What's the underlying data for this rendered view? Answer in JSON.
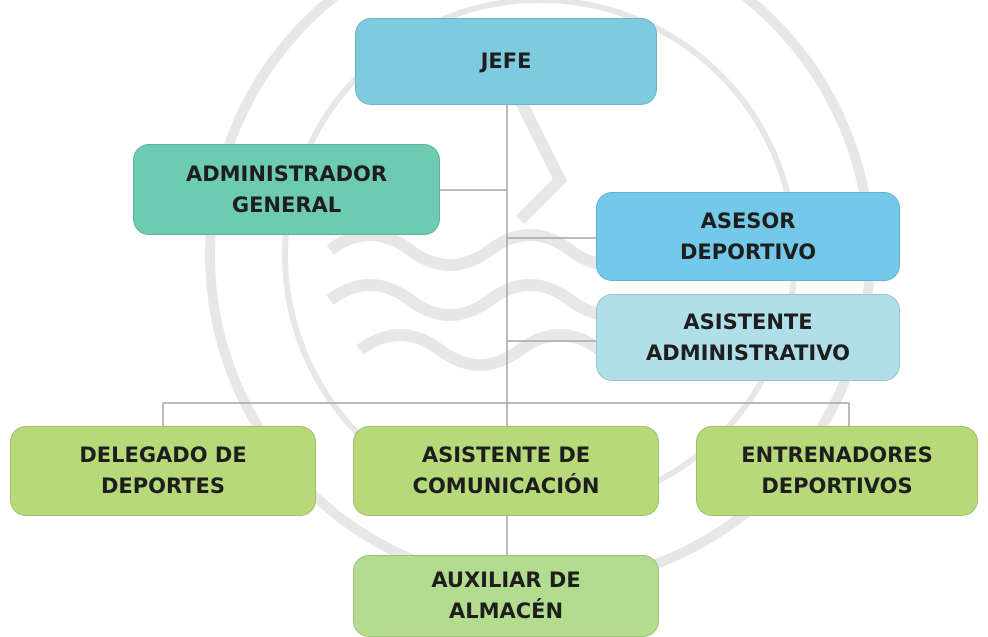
{
  "colors": {
    "jefe": "#7ecbdf",
    "admin": "#6ccbb0",
    "asesor": "#74c9ea",
    "asistente_admin": "#b0dfe9",
    "operativo": "#b7d97a",
    "almacen": "#b4dc8e",
    "line": "#a6a6a6",
    "text": "#1e1e1e",
    "watermark": "#e7e7e7"
  },
  "nodes": {
    "jefe": {
      "line1": "JEFE"
    },
    "admin": {
      "line1": "ADMINISTRADOR",
      "line2": "GENERAL"
    },
    "asesor": {
      "line1": "ASESOR",
      "line2": "DEPORTIVO"
    },
    "asistente_admin": {
      "line1": "ASISTENTE",
      "line2": "ADMINISTRATIVO"
    },
    "delegado": {
      "line1": "DELEGADO DE",
      "line2": "DEPORTES"
    },
    "comunicacion": {
      "line1": "ASISTENTE DE",
      "line2": "COMUNICACIÓN"
    },
    "entrenadores": {
      "line1": "ENTRENADORES",
      "line2": "DEPORTIVOS"
    },
    "almacen": {
      "line1": "AUXILIAR DE",
      "line2": "ALMACÉN"
    }
  }
}
